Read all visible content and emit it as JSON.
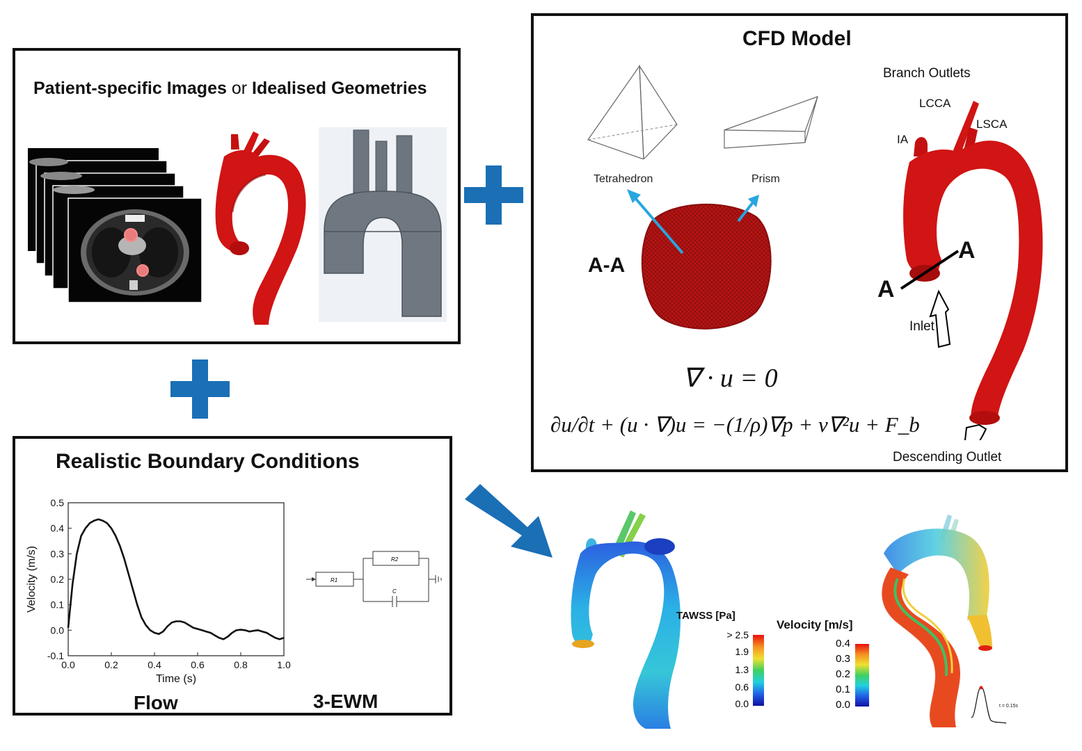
{
  "geometry_panel": {
    "title_part1": "Patient-specific Images",
    "title_or": " or ",
    "title_part2": "Idealised Geometries"
  },
  "cfd_panel": {
    "title": "CFD Model",
    "tetrahedron_label": "Tetrahedron",
    "prism_label": "Prism",
    "section_label": "A-A",
    "section_marker": "A",
    "branch_outlets_label": "Branch Outlets",
    "lcca_label": "LCCA",
    "lsca_label": "LSCA",
    "ia_label": "IA",
    "inlet_label": "Inlet",
    "descending_outlet_label": "Descending Outlet",
    "continuity_eq": "∇ · u = 0",
    "momentum_eq": "∂u/∂t + (u · ∇)u = −(1/ρ)∇p + ν∇²u + F_b"
  },
  "boundary_panel": {
    "title": "Realistic Boundary Conditions",
    "flow_label": "Flow",
    "ewm_label": "3-EWM",
    "circuit": {
      "r1": "R1",
      "r2": "R2",
      "c": "C"
    }
  },
  "results": {
    "tawss_label": "TAWSS [Pa]",
    "tawss_ticks": [
      "> 2.5",
      "1.9",
      "1.3",
      "0.6",
      "0.0"
    ],
    "velocity_label": "Velocity [m/s]",
    "velocity_ticks": [
      "0.4",
      "0.3",
      "0.2",
      "0.1",
      "0.0"
    ],
    "time_stamp": "t = 0.15s"
  },
  "colors": {
    "plus": "#1a6fb5",
    "arrow": "#1a6fb5",
    "vessel_red": "#d11414",
    "mesh_blue": "#27a6e0"
  },
  "chart_data": {
    "type": "line",
    "title": "",
    "xlabel": "Time (s)",
    "ylabel": "Velocity (m/s)",
    "xlim": [
      0.0,
      1.0
    ],
    "ylim": [
      -0.1,
      0.5
    ],
    "xticks": [
      "0.0",
      "0.2",
      "0.4",
      "0.6",
      "0.8",
      "1.0"
    ],
    "yticks": [
      "-0.1",
      "0.0",
      "0.1",
      "0.2",
      "0.3",
      "0.4",
      "0.5"
    ],
    "series": [
      {
        "x": [
          0.0,
          0.02,
          0.04,
          0.06,
          0.08,
          0.1,
          0.12,
          0.14,
          0.16,
          0.18,
          0.2,
          0.22,
          0.24,
          0.26,
          0.28,
          0.3,
          0.32,
          0.34,
          0.36,
          0.38,
          0.4,
          0.42,
          0.44,
          0.46,
          0.48,
          0.5,
          0.52,
          0.54,
          0.56,
          0.58,
          0.6,
          0.62,
          0.64,
          0.66,
          0.68,
          0.7,
          0.72,
          0.74,
          0.76,
          0.78,
          0.8,
          0.82,
          0.84,
          0.86,
          0.88,
          0.9,
          0.92,
          0.94,
          0.96,
          0.98,
          1.0
        ],
        "y": [
          0.01,
          0.18,
          0.3,
          0.37,
          0.4,
          0.42,
          0.43,
          0.435,
          0.43,
          0.42,
          0.4,
          0.37,
          0.33,
          0.28,
          0.22,
          0.16,
          0.1,
          0.05,
          0.02,
          0.0,
          -0.01,
          -0.015,
          -0.005,
          0.015,
          0.03,
          0.035,
          0.035,
          0.03,
          0.02,
          0.01,
          0.005,
          0.0,
          -0.005,
          -0.01,
          -0.02,
          -0.03,
          -0.035,
          -0.025,
          -0.01,
          0.0,
          0.002,
          0.0,
          -0.005,
          -0.002,
          0.0,
          -0.005,
          -0.01,
          -0.02,
          -0.03,
          -0.035,
          -0.03
        ]
      }
    ]
  }
}
